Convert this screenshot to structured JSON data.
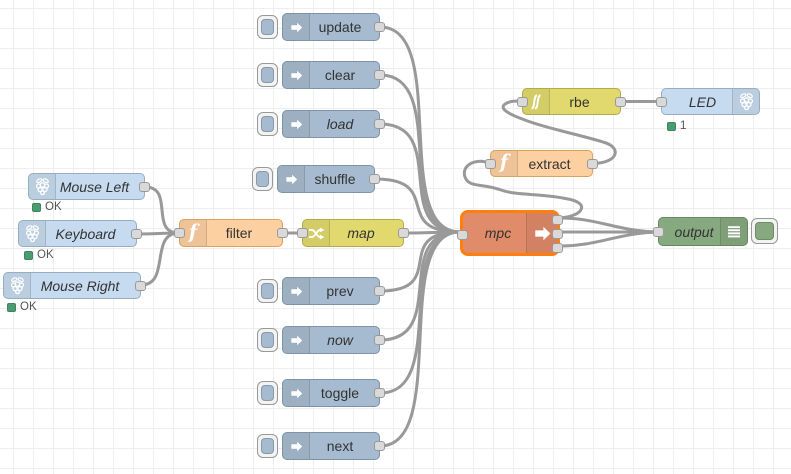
{
  "editor": {
    "kind": "flow-editor-canvas",
    "colors": {
      "inject_node": "#a6bbcf",
      "rpi_node": "#c6dbef",
      "function_node": "#fdd0a2",
      "change_node": "#e2d96e",
      "rbe_node": "#e2d96e",
      "mpc_node": "#e08b6a",
      "debug_node": "#87a980",
      "selection_border": "#ff7f0e",
      "status_green": "#4a9b72",
      "wire": "#999999",
      "grid_line": "#eeeeee",
      "port_fill": "#d9d9d9"
    }
  },
  "inject_nodes": [
    {
      "label": "update"
    },
    {
      "label": "clear"
    },
    {
      "label": "load"
    },
    {
      "label": "shuffle"
    },
    {
      "label": "prev"
    },
    {
      "label": "now"
    },
    {
      "label": "toggle"
    },
    {
      "label": "next"
    }
  ],
  "rpi_input_nodes": [
    {
      "label": "Mouse Left",
      "status": "OK"
    },
    {
      "label": "Keyboard",
      "status": "OK"
    },
    {
      "label": "Mouse Right",
      "status": "OK"
    }
  ],
  "filter_node": {
    "label": "filter"
  },
  "map_node": {
    "label": "map"
  },
  "mpc_node": {
    "label": "mpc",
    "selected": true
  },
  "extract_node": {
    "label": "extract"
  },
  "rbe_node": {
    "label": "rbe"
  },
  "led_node": {
    "label": "LED",
    "status": "1"
  },
  "output_node": {
    "label": "output"
  },
  "connections": [
    {
      "from": "update",
      "to": "mpc"
    },
    {
      "from": "clear",
      "to": "mpc"
    },
    {
      "from": "load",
      "to": "mpc"
    },
    {
      "from": "shuffle",
      "to": "mpc"
    },
    {
      "from": "prev",
      "to": "mpc"
    },
    {
      "from": "now",
      "to": "mpc"
    },
    {
      "from": "toggle",
      "to": "mpc"
    },
    {
      "from": "next",
      "to": "mpc"
    },
    {
      "from": "Mouse Left",
      "to": "filter"
    },
    {
      "from": "Keyboard",
      "to": "filter"
    },
    {
      "from": "Mouse Right",
      "to": "filter"
    },
    {
      "from": "filter",
      "to": "map"
    },
    {
      "from": "map",
      "to": "mpc"
    },
    {
      "from": "mpc",
      "from_output": 1,
      "to": "extract"
    },
    {
      "from": "mpc",
      "from_output": 1,
      "to": "output"
    },
    {
      "from": "mpc",
      "from_output": 2,
      "to": "output"
    },
    {
      "from": "mpc",
      "from_output": 3,
      "to": "output"
    },
    {
      "from": "extract",
      "to": "rbe"
    },
    {
      "from": "rbe",
      "to": "LED"
    }
  ]
}
